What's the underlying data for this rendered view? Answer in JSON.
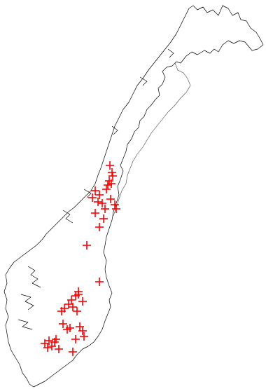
{
  "map": {
    "region": "Norway",
    "marker_symbol": "plus",
    "marker_color": "#ff0000",
    "outline_color": "#000000",
    "background_color": "#ffffff",
    "marker_count": 46
  }
}
